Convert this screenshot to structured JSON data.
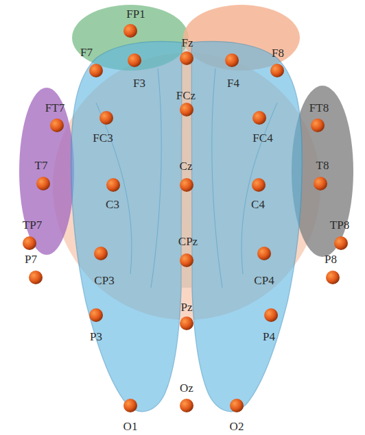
{
  "diagram": {
    "labels": [
      "FP1",
      "Fz",
      "F7",
      "F3",
      "F4",
      "F8",
      "FT7",
      "FC3",
      "FCz",
      "FC4",
      "FT8",
      "T7",
      "C3",
      "Cz",
      "C4",
      "T8",
      "TP7",
      "CP3",
      "CPz",
      "CP4",
      "TP8",
      "P7",
      "P8",
      "P3",
      "Pz",
      "P4",
      "Oz",
      "O1",
      "O2"
    ]
  }
}
